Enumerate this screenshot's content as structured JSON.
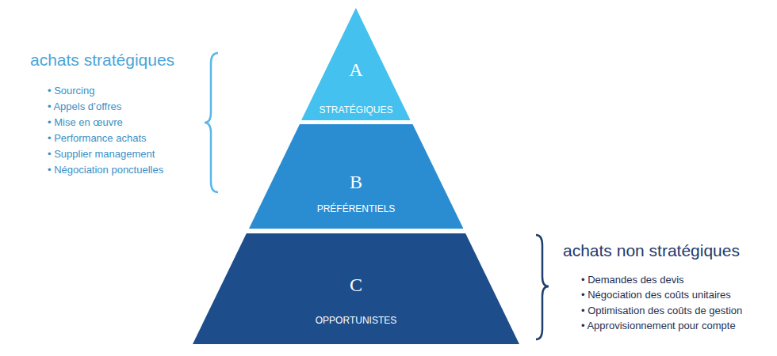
{
  "diagram": {
    "nodes": [
      {
        "text": [
          "A",
          "STRATÉGIQUES"
        ]
      },
      {
        "text": [
          "B",
          "PRÉFÉRENTIELS"
        ]
      },
      {
        "text": [
          "C",
          "OPPORTUNISTES"
        ]
      }
    ],
    "labels": [
      "achats stratégiques",
      "• Sourcing",
      "• Appels d’offres",
      "• Mise en œuvre",
      "• Performance achats",
      "• Supplier management",
      "• Négociation ponctuelles",
      "achats non stratégiques",
      "• Demandes des devis",
      "• Négociation des coûts unitaires",
      "• Optimisation des coûts de gestion",
      "• Approvisionnement pour compte"
    ]
  }
}
